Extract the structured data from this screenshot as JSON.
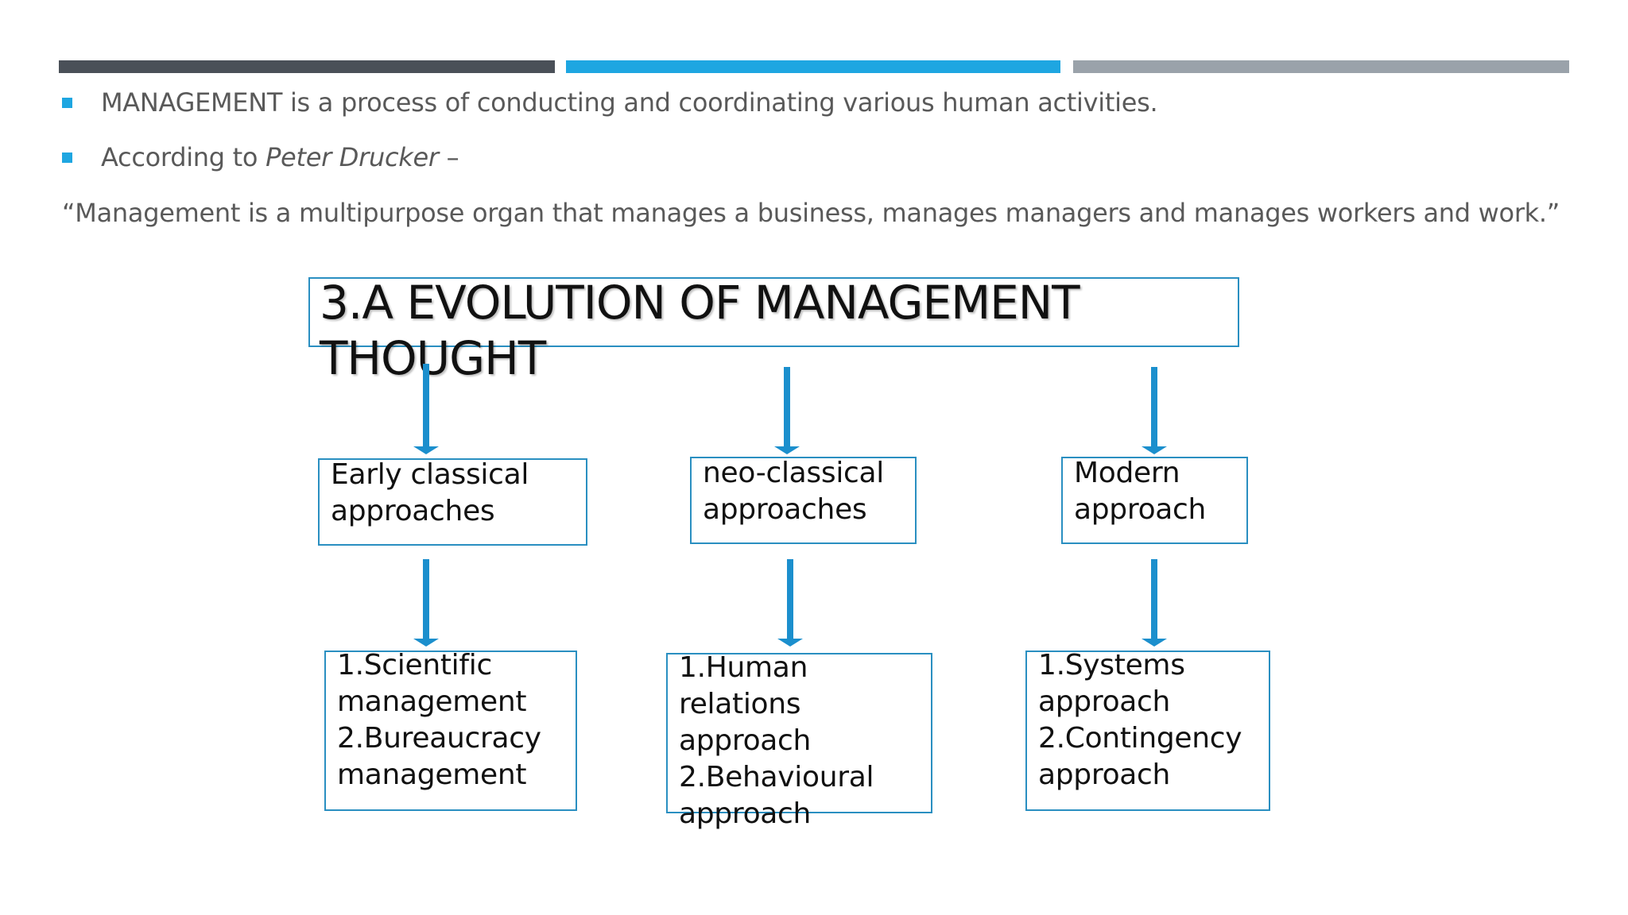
{
  "colors": {
    "bar_dark": "#4a5058",
    "bar_blue": "#1ea6e1",
    "bar_gray": "#9aa2aa",
    "bullet": "#1ea6e1",
    "box_border": "#2a8fc1",
    "arrow": "#1b8fcd"
  },
  "bullets": [
    {
      "text": "MANAGEMENT is a process of conducting and coordinating various human activities."
    },
    {
      "prefix": "According to ",
      "italic": "Peter Drucker",
      "suffix": " –"
    }
  ],
  "quote": "“Management is a multipurpose organ that manages a business, manages managers and manages workers and work.”",
  "diagram": {
    "title": "3.A EVOLUTION OF MANAGEMENT THOUGHT",
    "categories": [
      {
        "label": "Early classical\napproaches",
        "items": "1.Scientific\nmanagement\n2.Bureaucracy\nmanagement"
      },
      {
        "label": "neo-classical\napproaches",
        "items": "1.Human\nrelations\napproach\n2.Behavioural\napproach"
      },
      {
        "label": "Modern\napproach",
        "items": "1.Systems\napproach\n2.Contingency\napproach"
      }
    ]
  }
}
